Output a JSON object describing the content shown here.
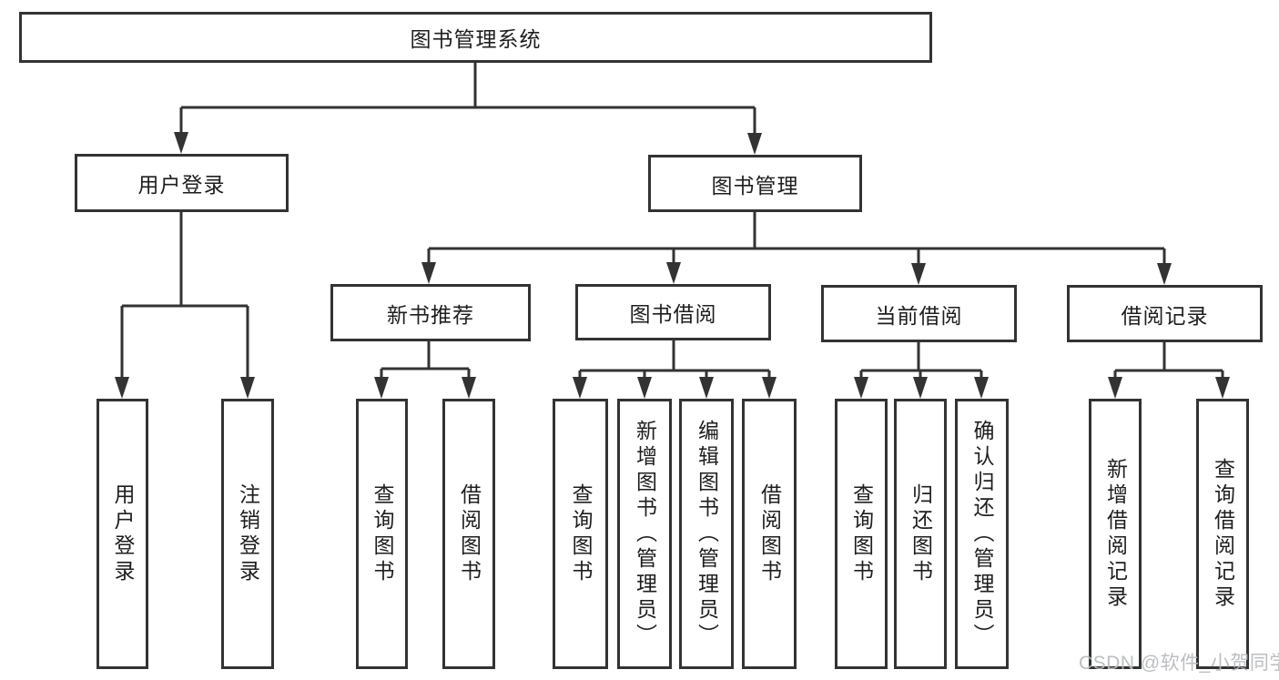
{
  "tree": {
    "root": {
      "label": "图书管理系统"
    },
    "branches": [
      {
        "label": "用户登录",
        "children": [
          {
            "label": "用户登录"
          },
          {
            "label": "注销登录"
          }
        ]
      },
      {
        "label": "图书管理",
        "children": [
          {
            "label": "新书推荐",
            "children": [
              {
                "label": "查询图书"
              },
              {
                "label": "借阅图书"
              }
            ]
          },
          {
            "label": "图书借阅",
            "children": [
              {
                "label": "查询图书"
              },
              {
                "label": "新增图书（管理员）"
              },
              {
                "label": "编辑图书（管理员）"
              },
              {
                "label": "借阅图书"
              }
            ]
          },
          {
            "label": "当前借阅",
            "children": [
              {
                "label": "查询图书"
              },
              {
                "label": "归还图书"
              },
              {
                "label": "确认归还（管理员）"
              }
            ]
          },
          {
            "label": "借阅记录",
            "children": [
              {
                "label": "新增借阅记录"
              },
              {
                "label": "查询借阅记录"
              }
            ]
          }
        ]
      }
    ]
  },
  "watermark": {
    "text": "CSDN @软件_小贺同学"
  },
  "colors": {
    "line": "#333333",
    "box_border": "#333333",
    "text": "#1e1e1e",
    "watermark": "#b7b9bd",
    "background": "#ffffff"
  }
}
